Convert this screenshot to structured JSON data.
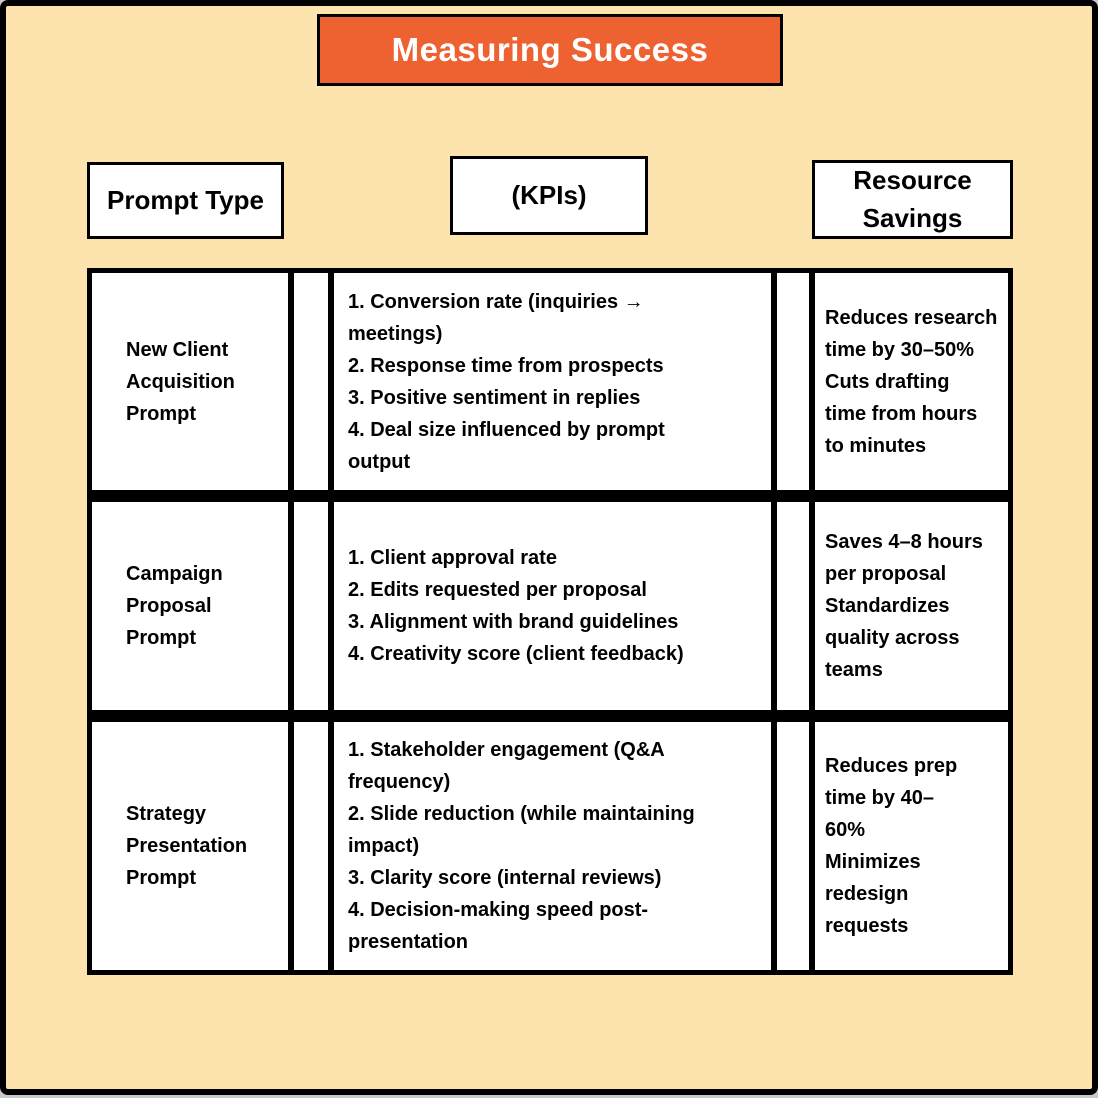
{
  "title": "Measuring Success",
  "colors": {
    "background": "#FDE4AE",
    "accent_orange": "#EE6231",
    "cell_white": "#FFFFFF",
    "border_black": "#000000",
    "title_text": "#FFFFFF"
  },
  "headers": {
    "prompt_type": "Prompt Type",
    "kpis": "(KPIs)",
    "resource_savings": "Resource\nSavings"
  },
  "table": {
    "rows": [
      {
        "prompt_type": "New Client\nAcquisition\nPrompt",
        "kpis": "1. Conversion rate (inquiries →\nmeetings)\n2. Response time from prospects\n3. Positive sentiment in replies\n4. Deal size influenced by prompt\noutput",
        "resource_savings": "Reduces research\ntime by 30–50%\nCuts drafting\ntime from hours\nto minutes"
      },
      {
        "prompt_type": "Campaign\nProposal\nPrompt",
        "kpis": "1. Client approval rate\n2. Edits requested per proposal\n3. Alignment with brand guidelines\n4. Creativity score (client feedback)",
        "resource_savings": "Saves 4–8 hours\nper proposal\nStandardizes\nquality across\nteams"
      },
      {
        "prompt_type": "Strategy\nPresentation\nPrompt",
        "kpis": "1. Stakeholder engagement (Q&A\nfrequency)\n2. Slide reduction (while maintaining\nimpact)\n3. Clarity score (internal reviews)\n4. Decision-making speed post-\npresentation",
        "resource_savings": "Reduces prep\ntime by 40–\n60%\nMinimizes\nredesign\nrequests"
      }
    ]
  }
}
